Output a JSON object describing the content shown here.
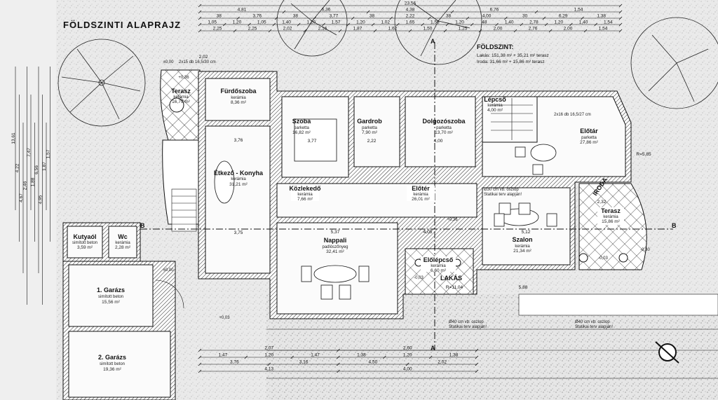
{
  "title": "FÖLDSZINTI ALAPRAJZ",
  "summary": {
    "heading": "FÖLDSZINT:",
    "line1": "Lakás: 151,38 m² + 35,21 m² terasz",
    "line2": "Iroda: 31,66 m² + 15,86 m² terasz"
  },
  "rooms": [
    {
      "name": "Terasz",
      "floor": "kerámia",
      "area": "16,79 m²"
    },
    {
      "name": "Fürdőszoba",
      "floor": "kerámia",
      "area": "8,36 m²"
    },
    {
      "name": "Szoba",
      "floor": "parketta",
      "area": "16,82 m²"
    },
    {
      "name": "Gardrob",
      "floor": "parketta",
      "area": "7,90 m²"
    },
    {
      "name": "Dolgozószoba",
      "floor": "parketta",
      "area": "13,70 m²"
    },
    {
      "name": "Lépcső",
      "floor": "kerámia",
      "area": "4,00 m²"
    },
    {
      "name": "Előtár",
      "floor": "parketta",
      "area": "27,86 m²"
    },
    {
      "name": "Étkező - Konyha",
      "floor": "kerámia",
      "area": "31,21 m²"
    },
    {
      "name": "Közlekedő",
      "floor": "kerámia",
      "area": "7,66 m²"
    },
    {
      "name": "Előtér",
      "floor": "kerámia",
      "area": "26,01 m²"
    },
    {
      "name": "Nappali",
      "floor": "padlószőnyeg",
      "area": "32,41 m²"
    },
    {
      "name": "Szalon",
      "floor": "kerámia",
      "area": "21,34 m²"
    },
    {
      "name": "Terasz",
      "floor": "kerámia",
      "area": "15,86 m²"
    },
    {
      "name": "Előlépcső",
      "floor": "kerámia",
      "area": "6,60 m²"
    },
    {
      "name": "Kutyaól",
      "floor": "simított beton",
      "area": "3,59 m²"
    },
    {
      "name": "Wc",
      "floor": "kerámia",
      "area": "2,28 m²"
    },
    {
      "name": "1. Garázs",
      "floor": "simított beton",
      "area": "15,56 m²"
    },
    {
      "name": "2. Garázs",
      "floor": "simított beton",
      "area": "19,36 m²"
    }
  ],
  "zones": {
    "office": "IRODA",
    "flat": "LAKÁS"
  },
  "sections": {
    "a": "A",
    "b": "B"
  },
  "notes": {
    "col30_1": "Ø30 cm vb. oszlop",
    "col30_2": "Statikai terv alapján!",
    "col40_1": "Ø40 cm vb. oszlop",
    "col40_2": "Statikai terv alapján!",
    "stairs": "2x16 db 16,5/27 cm",
    "stairs2": "2x15 db 16,5/30 cm"
  },
  "levels": [
    "±0,00",
    "+0,36",
    "+0,36",
    "-0,03",
    "-0,03",
    "±0,00",
    "-0,30",
    "+0,03"
  ],
  "dims_top": [
    [
      "23,56"
    ],
    [
      "4,81",
      "6,36",
      "4,38",
      "6,76",
      "1,54"
    ],
    [
      "38",
      "3,76",
      "38",
      "3,77",
      "38",
      "2,22",
      "38",
      "4,00",
      "30",
      "6,29",
      "1,38"
    ],
    [
      "1,05",
      "1,20",
      "1,05",
      "1,40",
      "1,20",
      "1,57",
      "1,20",
      "1,02",
      "1,65",
      "1,56",
      "1,20",
      "48",
      "1,40",
      "2,78",
      "1,20",
      "1,40",
      "1,54"
    ],
    [
      "2,25",
      "2,25",
      "2,02",
      "2,16",
      "1,87",
      "1,62",
      "1,50",
      "1,25",
      "2,00",
      "2,76",
      "2,00",
      "1,54"
    ]
  ],
  "dims_left": [
    "13,61",
    "4,22",
    "4,67",
    "2,46",
    "7,47",
    "1,88",
    "6,56",
    "4,95",
    "1,87",
    "1,57"
  ],
  "dims_bottom": [
    [
      "2,07",
      "2,60"
    ],
    [
      "1,47",
      "1,20",
      "1,47",
      "1,38",
      "1,20",
      "1,38"
    ],
    [
      "3,76",
      "3,16",
      "4,50",
      "2,02"
    ],
    [
      "4,13",
      "4,00"
    ]
  ],
  "dims_inner": {
    "kitchen_w": "3,76",
    "kitchen_w2": "3,75",
    "szoba_w": "3,77",
    "gardrob_w": "2,22",
    "dolg_w": "4,00",
    "nappali_w": "5,37",
    "szalon_w": "5,12",
    "eloter_w": "4,05",
    "terasz_w": "2,32",
    "r": "R=5,85",
    "r2": "R=11,04",
    "top_small": "2,02",
    "szalon_bottom": "5,88"
  }
}
